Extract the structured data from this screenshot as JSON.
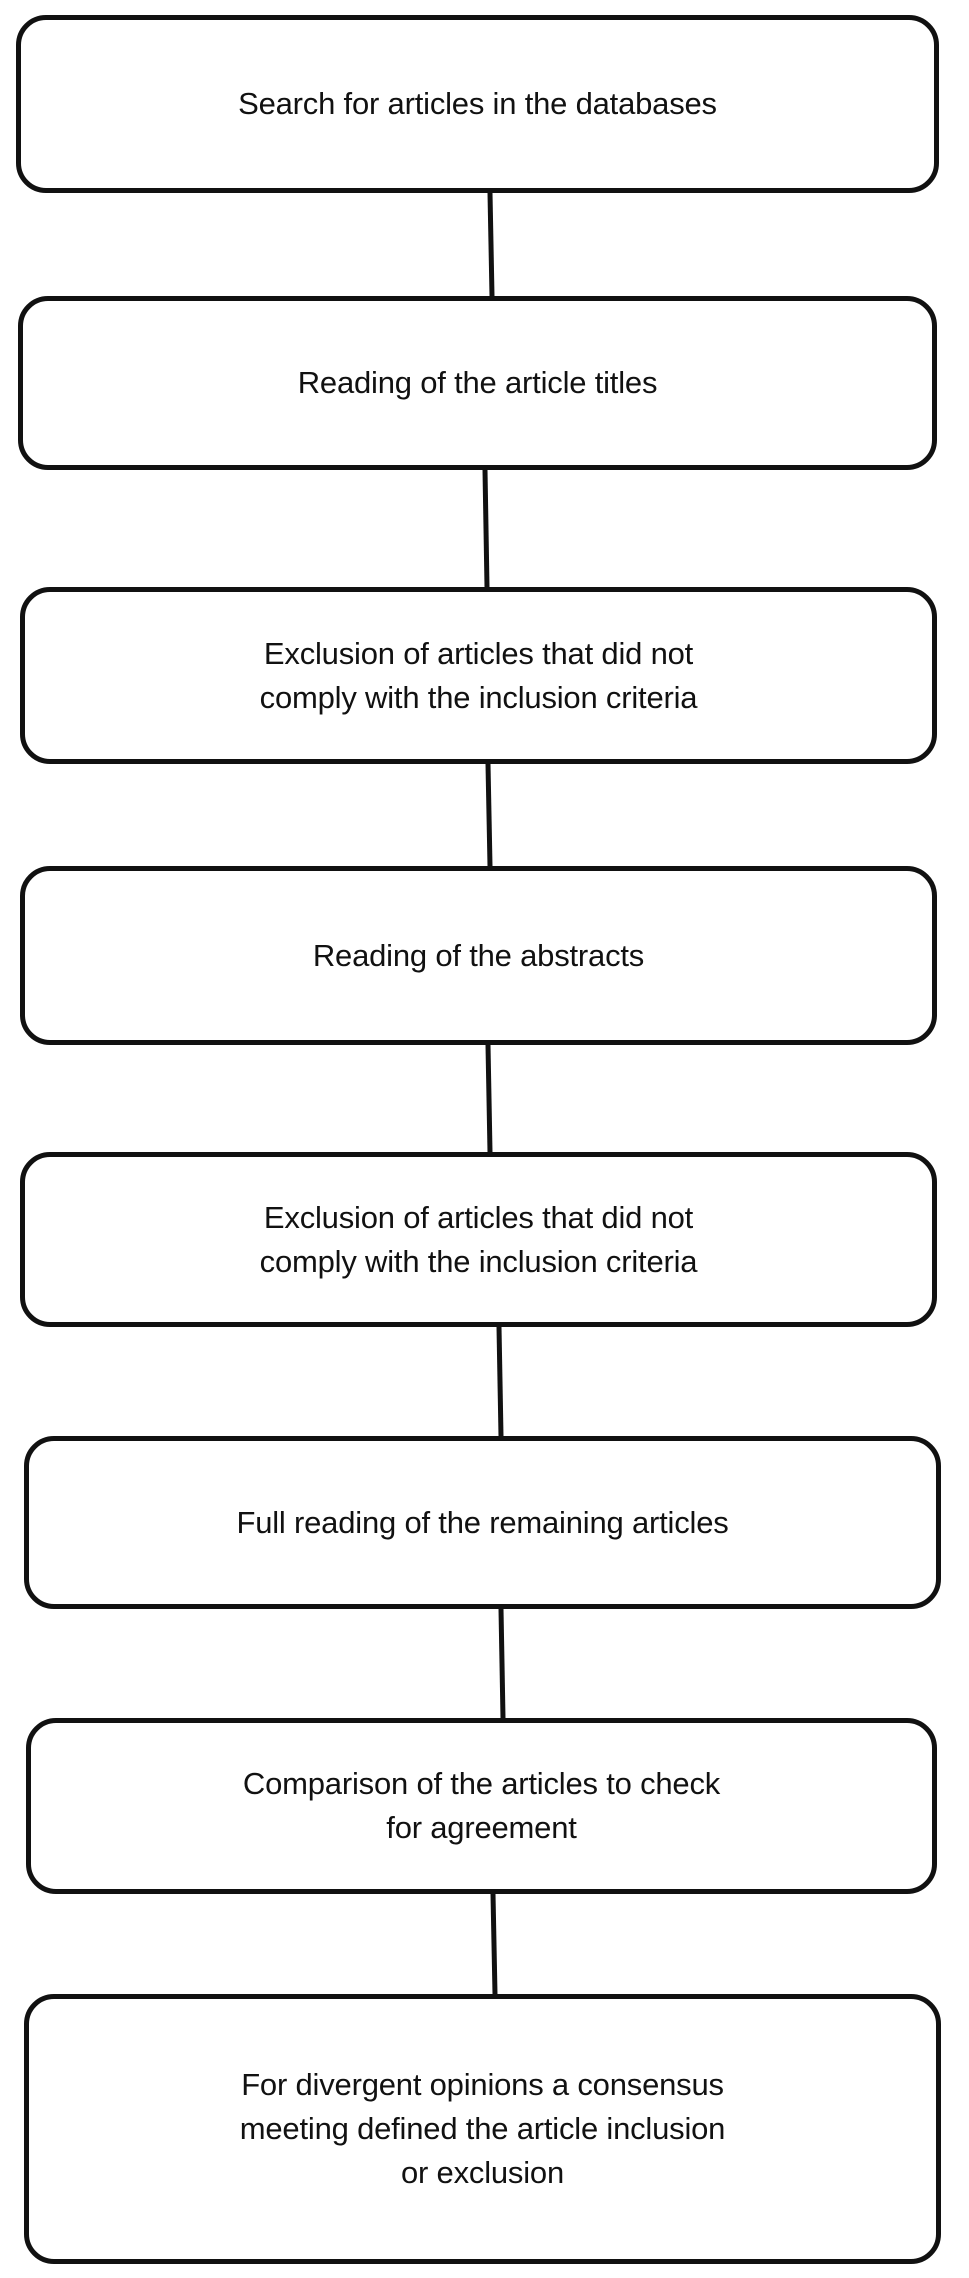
{
  "diagram": {
    "steps": [
      {
        "lines": [
          "Search for articles in the databases"
        ]
      },
      {
        "lines": [
          "Reading of the article titles"
        ]
      },
      {
        "lines": [
          "Exclusion of articles that did not",
          "comply with the inclusion criteria"
        ]
      },
      {
        "lines": [
          "Reading of the abstracts"
        ]
      },
      {
        "lines": [
          "Exclusion of articles that did not",
          "comply with the inclusion criteria"
        ]
      },
      {
        "lines": [
          "Full reading of the remaining articles"
        ]
      },
      {
        "lines": [
          "Comparison of the articles to check",
          "for agreement"
        ]
      },
      {
        "lines": [
          "For divergent opinions a consensus",
          "meeting defined the article inclusion",
          "or exclusion"
        ]
      }
    ],
    "colors": {
      "stroke": "#111111",
      "background": "#ffffff"
    }
  }
}
